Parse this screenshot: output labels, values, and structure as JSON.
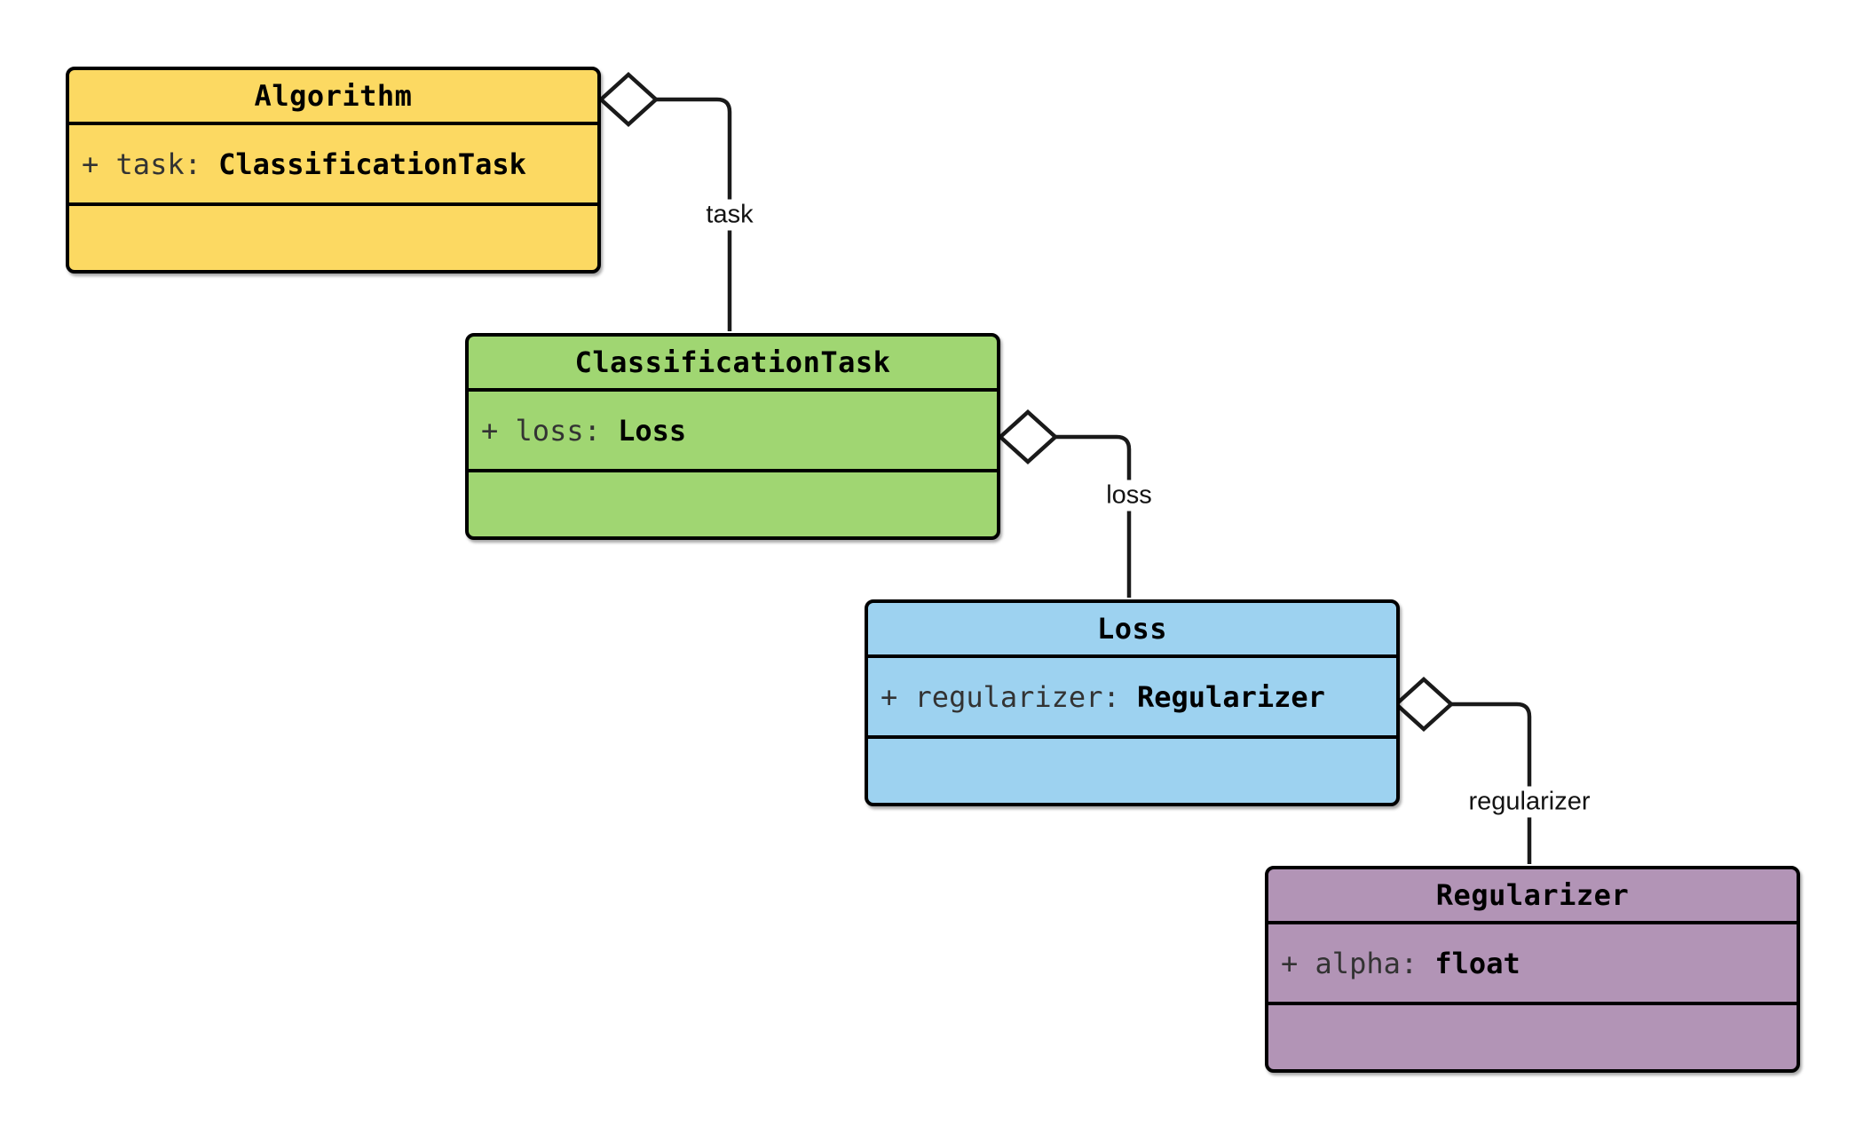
{
  "diagram": {
    "type": "uml-class-diagram",
    "background": "#ffffff",
    "classes": [
      {
        "name": "Algorithm",
        "fill": "#FCD962",
        "attributes": [
          {
            "text": "+ task: ",
            "type": "ClassificationTask"
          }
        ]
      },
      {
        "name": "ClassificationTask",
        "fill": "#A0D672",
        "attributes": [
          {
            "text": "+ loss: ",
            "type": "Loss"
          }
        ]
      },
      {
        "name": "Loss",
        "fill": "#9DD2F0",
        "attributes": [
          {
            "text": "+ regularizer: ",
            "type": "Regularizer"
          }
        ]
      },
      {
        "name": "Regularizer",
        "fill": "#B294B6",
        "attributes": [
          {
            "text": "+ alpha: ",
            "type": "float"
          }
        ]
      }
    ],
    "relationships": [
      {
        "from": "Algorithm",
        "to": "ClassificationTask",
        "kind": "aggregation",
        "label": "task"
      },
      {
        "from": "ClassificationTask",
        "to": "Loss",
        "kind": "aggregation",
        "label": "loss"
      },
      {
        "from": "Loss",
        "to": "Regularizer",
        "kind": "aggregation",
        "label": "regularizer"
      }
    ],
    "colors": {
      "edge_line": "#1a1a1a",
      "node_border": "#000000",
      "attr_text": "#333333",
      "attr_type_text": "#000000",
      "edge_label_text": "#131313"
    }
  }
}
